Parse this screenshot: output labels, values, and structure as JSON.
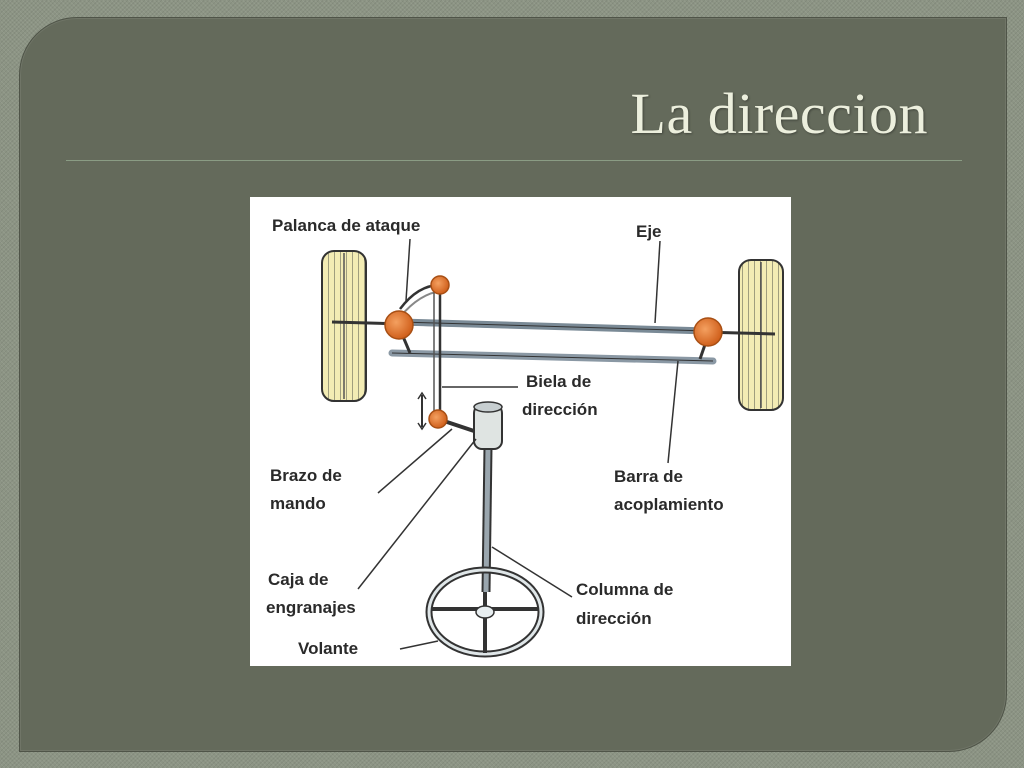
{
  "slide": {
    "title": "La direccion"
  },
  "diagram": {
    "labels": {
      "palanca": "Palanca de ataque",
      "eje": "Eje",
      "biela_1": "Biela de",
      "biela_2": "dirección",
      "brazo_1": "Brazo de",
      "brazo_2": "mando",
      "barra_1": "Barra de",
      "barra_2": "acoplamiento",
      "caja_1": "Caja de",
      "caja_2": "engranajes",
      "columna_1": "Columna de",
      "columna_2": "dirección",
      "volante": "Volante"
    },
    "colors": {
      "joint": "#e07a28",
      "joint_dark": "#a84f14",
      "tire": "#f0e8a8",
      "steel": "#5a6a78",
      "line": "#333333"
    }
  }
}
